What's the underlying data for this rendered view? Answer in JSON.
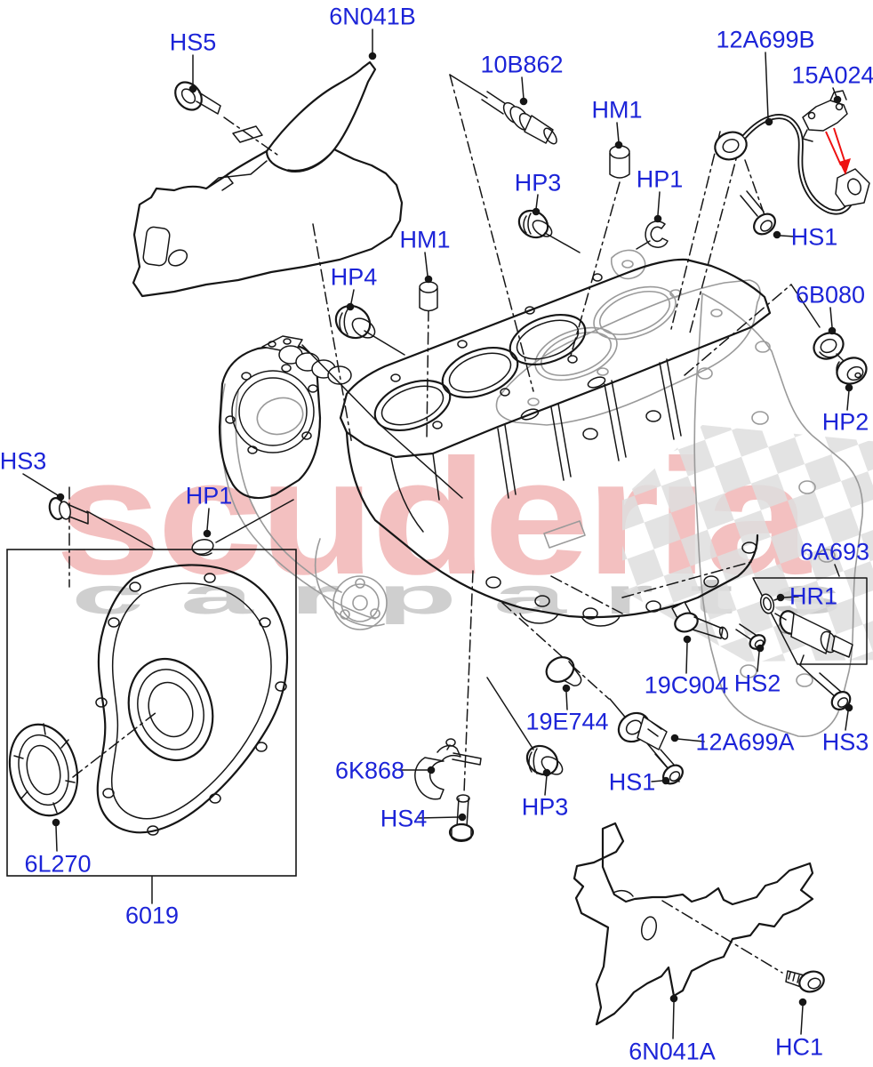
{
  "watermark": {
    "brand": "scuderia",
    "subtext": "c a r   p a r t s",
    "brand_color": "#f3c0c0",
    "subtext_color": "#cfcfcf",
    "checker_color": "#dedede"
  },
  "diagram": {
    "type": "exploded-parts-diagram",
    "subject": "engine cylinder block with plugs, sensors, timing cover and heat shields",
    "label_color": "#1c24d8",
    "line_color": "#161616",
    "ghost_line_color": "#9a9a9a",
    "arrow_color": "#ee1111",
    "labels": [
      {
        "id": "hs5",
        "text": "HS5"
      },
      {
        "id": "6n041b",
        "text": "6N041B"
      },
      {
        "id": "10b862",
        "text": "10B862"
      },
      {
        "id": "hm1-top",
        "text": "HM1"
      },
      {
        "id": "12a699b",
        "text": "12A699B"
      },
      {
        "id": "15a024",
        "text": "15A024"
      },
      {
        "id": "hp3-top",
        "text": "HP3"
      },
      {
        "id": "hp1-top",
        "text": "HP1"
      },
      {
        "id": "hs1-top",
        "text": "HS1"
      },
      {
        "id": "hm1-left",
        "text": "HM1"
      },
      {
        "id": "hp4",
        "text": "HP4"
      },
      {
        "id": "6b080",
        "text": "6B080"
      },
      {
        "id": "hp2",
        "text": "HP2"
      },
      {
        "id": "hs3-left",
        "text": "HS3"
      },
      {
        "id": "hp1-left",
        "text": "HP1"
      },
      {
        "id": "6a693",
        "text": "6A693"
      },
      {
        "id": "hr1",
        "text": "HR1"
      },
      {
        "id": "19c904",
        "text": "19C904"
      },
      {
        "id": "hs2",
        "text": "HS2"
      },
      {
        "id": "19e744",
        "text": "19E744"
      },
      {
        "id": "12a699a",
        "text": "12A699A"
      },
      {
        "id": "hs3-right",
        "text": "HS3"
      },
      {
        "id": "6k868",
        "text": "6K868"
      },
      {
        "id": "hs1-bottom",
        "text": "HS1"
      },
      {
        "id": "hp3-bottom",
        "text": "HP3"
      },
      {
        "id": "hs4",
        "text": "HS4"
      },
      {
        "id": "6l270",
        "text": "6L270"
      },
      {
        "id": "6019",
        "text": "6019"
      },
      {
        "id": "6n041a",
        "text": "6N041A"
      },
      {
        "id": "hc1",
        "text": "HC1"
      }
    ]
  }
}
